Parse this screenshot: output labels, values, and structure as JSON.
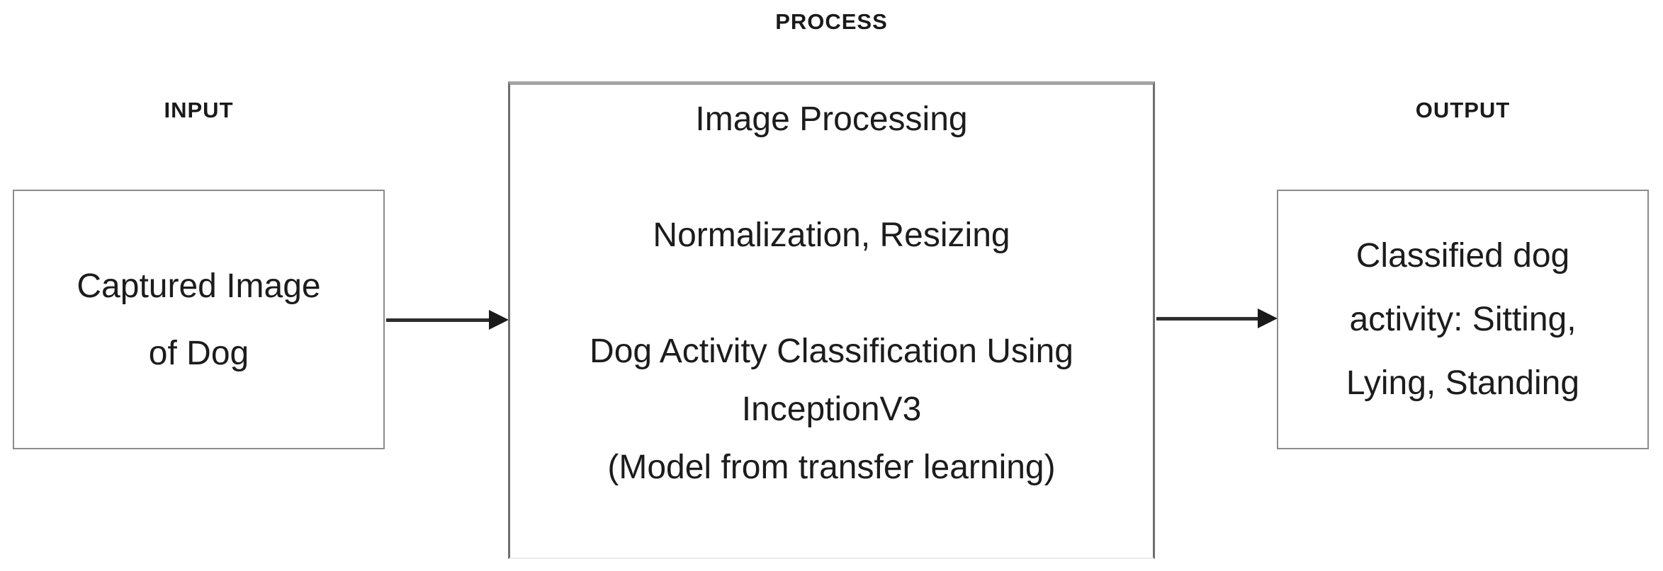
{
  "diagram": {
    "labels": {
      "input": "INPUT",
      "process": "PROCESS",
      "output": "OUTPUT"
    },
    "input_box": {
      "lines": [
        "Captured Image",
        "of Dog"
      ]
    },
    "process_box": {
      "lines": [
        "Image Processing",
        "",
        "Normalization, Resizing",
        "",
        "Dog Activity Classification Using",
        "InceptionV3",
        "(Model from transfer learning)"
      ]
    },
    "output_box": {
      "lines": [
        "Classified dog",
        "activity: Sitting,",
        "Lying, Standing"
      ]
    },
    "colors": {
      "background": "#ffffff",
      "text": "#1c1c1c",
      "box_border": "#8c8c8c",
      "arrow": "#1a1a1a"
    }
  }
}
